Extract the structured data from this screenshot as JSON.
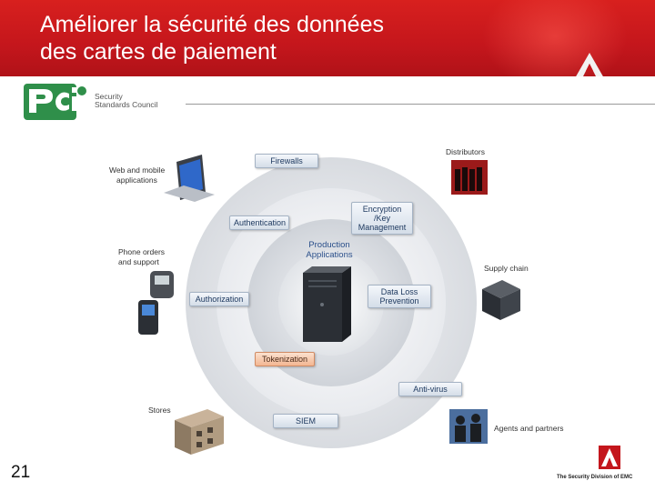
{
  "header": {
    "title_line1": "Améliorer la sécurité des données",
    "title_line2": "des cartes de paiement"
  },
  "pci": {
    "logo_text": "PCI",
    "org_line1": "Security",
    "org_line2": "Standards Council"
  },
  "diagram": {
    "center": {
      "line1": "Production",
      "line2": "Applications"
    },
    "controls": {
      "firewalls": "Firewalls",
      "authentication": "Authentication",
      "encryption_line1": "Encryption /Key",
      "encryption_line2": "Management",
      "authorization": "Authorization",
      "dlp_line1": "Data Loss",
      "dlp_line2": "Prevention",
      "tokenization": "Tokenization",
      "antivirus": "Anti-virus",
      "siem": "SIEM"
    },
    "actors": {
      "web_line1": "Web and mobile",
      "web_line2": "applications",
      "phone_line1": "Phone orders",
      "phone_line2": "and support",
      "stores": "Stores",
      "distributors": "Distributors",
      "supply": "Supply chain",
      "agents": "Agents and partners"
    },
    "colors": {
      "outer_ring": "#e4e6ea",
      "mid_ring": "#f2f3f5",
      "inner_ring": "#d9dce1",
      "core": "#eceef1",
      "tokenization_accent": "#f3b692"
    }
  },
  "footer": {
    "page_number": "21",
    "company": "The Security Division of EMC"
  },
  "brand": {
    "red": "#c4161c",
    "pci_green": "#2f8f4a"
  }
}
